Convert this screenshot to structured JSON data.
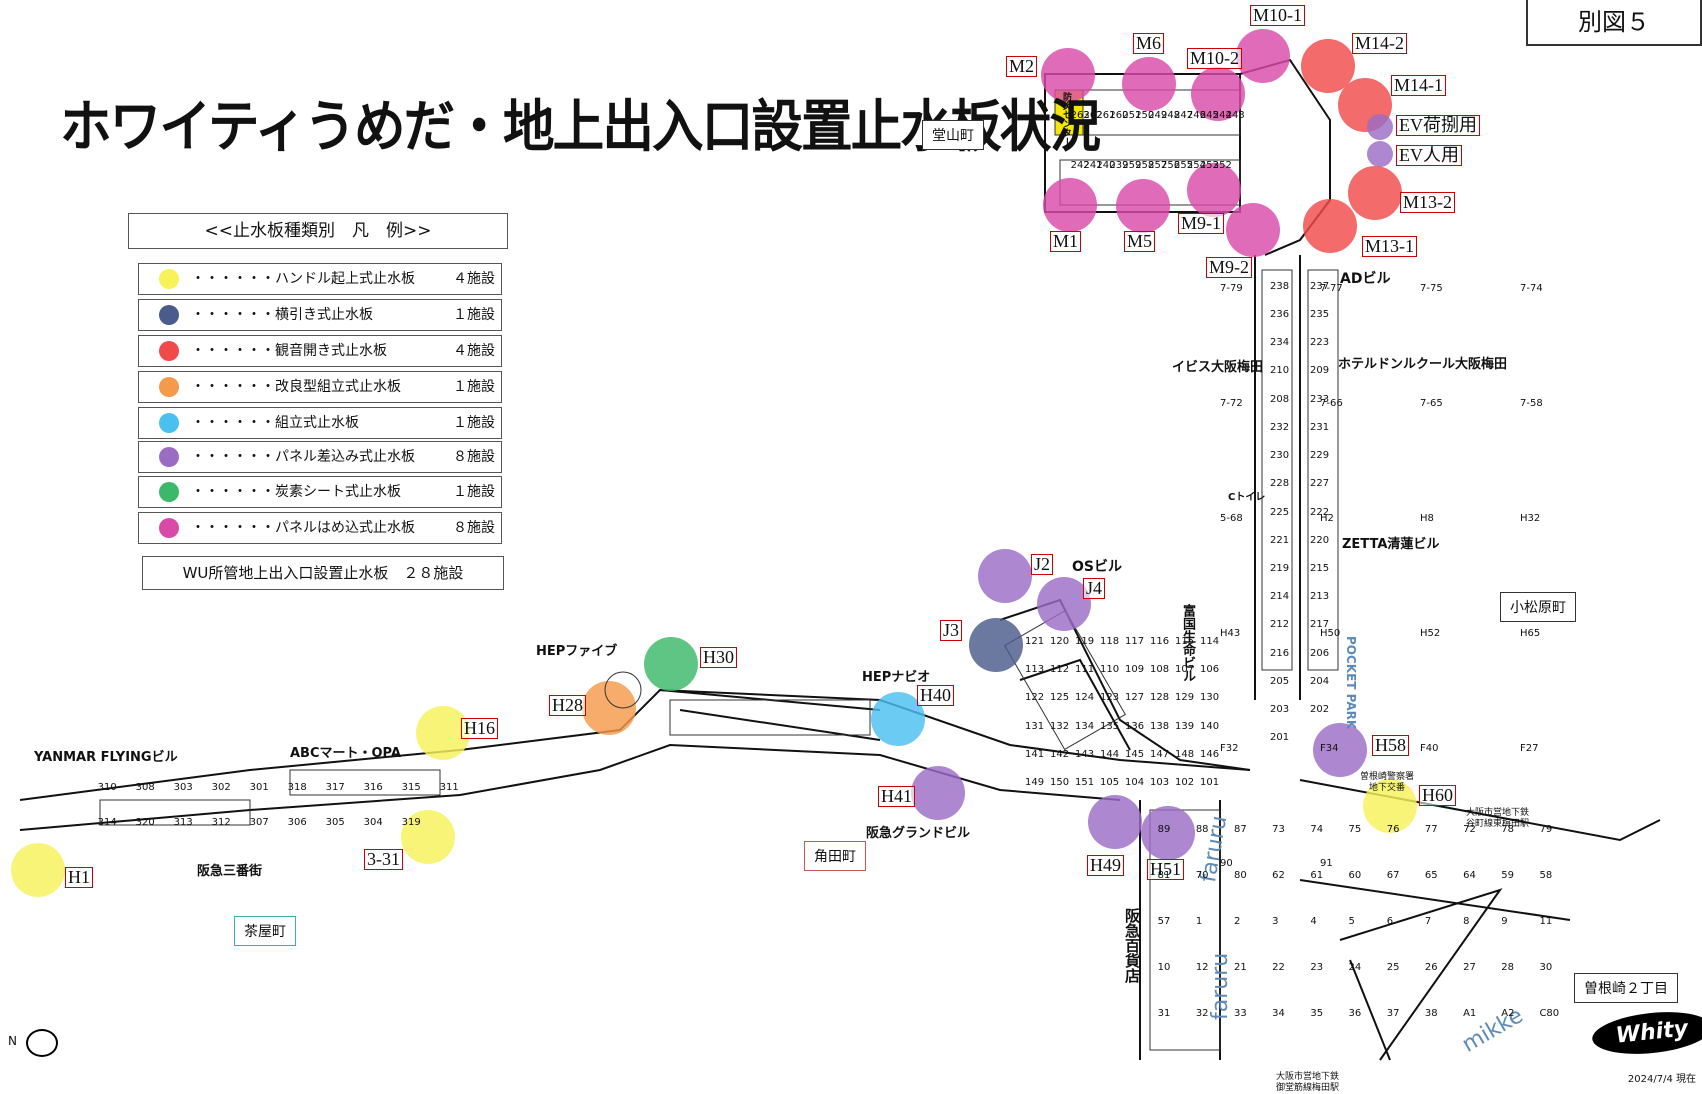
{
  "title": "ホワイティうめだ・地上出入口設置止水板状況",
  "figure_no": "別図５",
  "legend": {
    "heading": "<<止水板種類別　凡　例>>",
    "items": [
      {
        "label": "・・・・・・ハンドル起上式止水板",
        "count": "４施設",
        "color": "#f7f25a"
      },
      {
        "label": "・・・・・・横引き式止水板",
        "count": "１施設",
        "color": "#4a5b8c"
      },
      {
        "label": "・・・・・・観音開き式止水板",
        "count": "４施設",
        "color": "#f04a4a"
      },
      {
        "label": "・・・・・・改良型組立式止水板",
        "count": "１施設",
        "color": "#f59a4a"
      },
      {
        "label": "・・・・・・組立式止水板",
        "count": "１施設",
        "color": "#4ac0f0"
      },
      {
        "label": "・・・・・・パネル差込み式止水板",
        "count": "８施設",
        "color": "#9b6cc4"
      },
      {
        "label": "・・・・・・炭素シート式止水板",
        "count": "１施設",
        "color": "#3cb86a"
      },
      {
        "label": "・・・・・・パネルはめ込式止水板",
        "count": "８施設",
        "color": "#d94aa8"
      }
    ],
    "total": "WU所管地上出入口設置止水板　２８施設"
  },
  "places": {
    "doyama": "堂山町",
    "komatsubara": "小松原町",
    "chayamachi": "茶屋町",
    "kakuda": "角田町",
    "sonezaki": "曽根崎２丁目"
  },
  "buildings": {
    "ad": "ADビル",
    "os": "OSビル",
    "hep_five": "HEPファイブ",
    "hep_navio": "HEPナビオ",
    "yanmar": "YANMAR FLYINGビル",
    "abc": "ABCマート・OPA",
    "hankyu3": "阪急三番街",
    "hankyu_grand": "阪急グランドビル",
    "ibis": "イビス大阪梅田",
    "dormy": "ホテルドンルクール大阪梅田",
    "zetta": "ZETTA清蓮ビル",
    "fukoku": "富国生命ビル",
    "hankyu_dept": "阪急百貨店",
    "pocket_park": "POCKET PARK",
    "c_toilet": "Cトイレ",
    "info_center": "防災センター",
    "station1_a": "大阪市営地下鉄",
    "station1_b": "谷町線東梅田駅",
    "station2_a": "大阪市営地下鉄",
    "station2_b": "御堂筋線梅田駅",
    "sonezaki_police": "曽根崎警察署",
    "sonezaki_police_b": "地下交番"
  },
  "brands": {
    "faruru": "faruru",
    "mikke": "mikke"
  },
  "logo": "Whity",
  "date": "2024/7/4 現在",
  "north": "N",
  "sites": [
    {
      "id": "M2",
      "label": "M2",
      "type": "panel_fit"
    },
    {
      "id": "M6",
      "label": "M6",
      "type": "panel_fit"
    },
    {
      "id": "M10-2",
      "label": "M10-2",
      "type": "panel_fit"
    },
    {
      "id": "M10-1",
      "label": "M10-1",
      "type": "panel_fit"
    },
    {
      "id": "M14-2",
      "label": "M14-2",
      "type": "double_door"
    },
    {
      "id": "M14-1",
      "label": "M14-1",
      "type": "double_door"
    },
    {
      "id": "EV荷捌用",
      "label": "EV荷捌用",
      "type": "panel_insert"
    },
    {
      "id": "EV人用",
      "label": "EV人用",
      "type": "panel_insert"
    },
    {
      "id": "M13-2",
      "label": "M13-2",
      "type": "double_door"
    },
    {
      "id": "M13-1",
      "label": "M13-1",
      "type": "double_door"
    },
    {
      "id": "M1",
      "label": "M1",
      "type": "panel_fit"
    },
    {
      "id": "M5",
      "label": "M5",
      "type": "panel_fit"
    },
    {
      "id": "M9-1",
      "label": "M9-1",
      "type": "panel_fit"
    },
    {
      "id": "M9-2",
      "label": "M9-2",
      "type": "panel_fit"
    },
    {
      "id": "J2",
      "label": "J2",
      "type": "panel_insert"
    },
    {
      "id": "J4",
      "label": "J4",
      "type": "panel_insert"
    },
    {
      "id": "J3",
      "label": "J3",
      "type": "slide"
    },
    {
      "id": "H30",
      "label": "H30",
      "type": "carbon_sheet"
    },
    {
      "id": "H28",
      "label": "H28",
      "type": "improved_assembly"
    },
    {
      "id": "H40",
      "label": "H40",
      "type": "assembly"
    },
    {
      "id": "H41",
      "label": "H41",
      "type": "panel_insert"
    },
    {
      "id": "H16",
      "label": "H16",
      "type": "handle"
    },
    {
      "id": "3-31",
      "label": "3-31",
      "type": "handle"
    },
    {
      "id": "H1",
      "label": "H1",
      "type": "handle"
    },
    {
      "id": "H49",
      "label": "H49",
      "type": "panel_insert"
    },
    {
      "id": "H51",
      "label": "H51",
      "type": "panel_insert"
    },
    {
      "id": "H58",
      "label": "H58",
      "type": "panel_insert"
    },
    {
      "id": "H60",
      "label": "H60",
      "type": "handle"
    }
  ],
  "shop_numbers": {
    "north_block": [
      "263",
      "262",
      "261",
      "260",
      "251",
      "250",
      "249",
      "248",
      "247",
      "246",
      "245",
      "244",
      "243",
      "242",
      "241",
      "240",
      "239",
      "259",
      "258",
      "257",
      "256",
      "255",
      "254",
      "253",
      "252"
    ],
    "east_corridor": [
      "238",
      "237",
      "236",
      "235",
      "234",
      "223",
      "210",
      "209",
      "208",
      "233",
      "232",
      "231",
      "230",
      "229",
      "228",
      "227",
      "225",
      "222",
      "221",
      "220",
      "219",
      "215",
      "214",
      "213",
      "212",
      "217",
      "216",
      "206",
      "205",
      "204",
      "203",
      "202",
      "201"
    ],
    "center": [
      "121",
      "120",
      "119",
      "118",
      "117",
      "116",
      "115",
      "114",
      "113",
      "112",
      "111",
      "110",
      "109",
      "108",
      "107",
      "106",
      "122",
      "125",
      "124",
      "123",
      "127",
      "128",
      "129",
      "130",
      "131",
      "132",
      "134",
      "135",
      "136",
      "138",
      "139",
      "140",
      "141",
      "142",
      "143",
      "144",
      "145",
      "147",
      "148",
      "146",
      "149",
      "150",
      "151",
      "105",
      "104",
      "103",
      "102",
      "101"
    ],
    "west": [
      "310",
      "308",
      "303",
      "302",
      "301",
      "318",
      "317",
      "316",
      "315",
      "311",
      "314",
      "320",
      "313",
      "312",
      "307",
      "306",
      "305",
      "304",
      "319"
    ],
    "south": [
      "89",
      "88",
      "87",
      "73",
      "74",
      "75",
      "76",
      "77",
      "72",
      "78",
      "79",
      "81",
      "70",
      "80",
      "62",
      "61",
      "60",
      "67",
      "65",
      "64",
      "59",
      "58",
      "57",
      "1",
      "2",
      "3",
      "4",
      "5",
      "6",
      "7",
      "8",
      "9",
      "11",
      "10",
      "12",
      "21",
      "22",
      "23",
      "24",
      "25",
      "26",
      "27",
      "28",
      "30",
      "31",
      "32",
      "33",
      "34",
      "35",
      "36",
      "37",
      "38",
      "A1",
      "A2",
      "C80"
    ],
    "junctions": [
      "7-79",
      "7-77",
      "7-75",
      "7-74",
      "7-72",
      "7-66",
      "7-65",
      "7-58",
      "5-68",
      "H2",
      "H8",
      "H32",
      "H43",
      "H50",
      "H52",
      "H65",
      "F32",
      "F34",
      "F40",
      "F27",
      "90",
      "91"
    ]
  }
}
